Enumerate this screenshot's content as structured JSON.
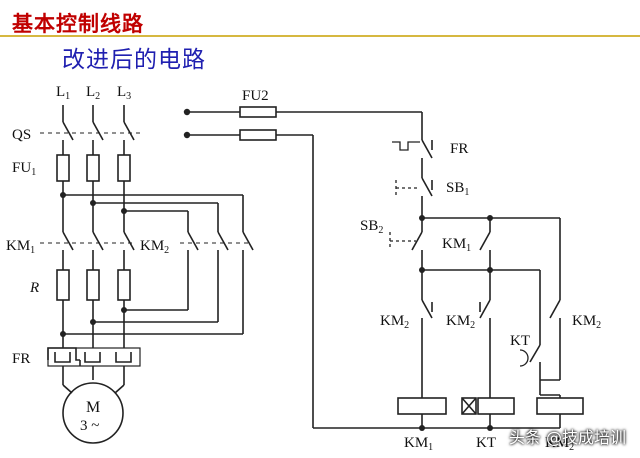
{
  "title": "基本控制线路",
  "subtitle": "改进后的电路",
  "watermark": "头条 @技成培训",
  "colors": {
    "title": "#c00000",
    "subtitle": "#1f1fb0",
    "rule": "#c8a000",
    "wire": "#222222"
  },
  "labels": {
    "L1": "L",
    "L1_sub": "1",
    "L2": "L",
    "L2_sub": "2",
    "L3": "L",
    "L3_sub": "3",
    "QS": "QS",
    "FU1": "FU",
    "FU1_sub": "1",
    "KM1_main": "KM",
    "KM1_main_sub": "1",
    "KM2_main": "KM",
    "KM2_main_sub": "2",
    "R": "R",
    "FR_main": "FR",
    "motor_M": "M",
    "motor_phase": "3 ~",
    "FU2": "FU2",
    "FR_ctrl": "FR",
    "SB1": "SB",
    "SB1_sub": "1",
    "SB2": "SB",
    "SB2_sub": "2",
    "KM1_aux": "KM",
    "KM1_aux_sub": "1",
    "KM2_a": "KM",
    "KM2_a_sub": "2",
    "KM2_b": "KM",
    "KM2_b_sub": "2",
    "KT": "KT",
    "KM2_c": "KM",
    "KM2_c_sub": "2",
    "coil_KM1": "KM",
    "coil_KM1_sub": "1",
    "coil_KT": "KT",
    "coil_KM2": "KM",
    "coil_KM2_sub": "2"
  }
}
